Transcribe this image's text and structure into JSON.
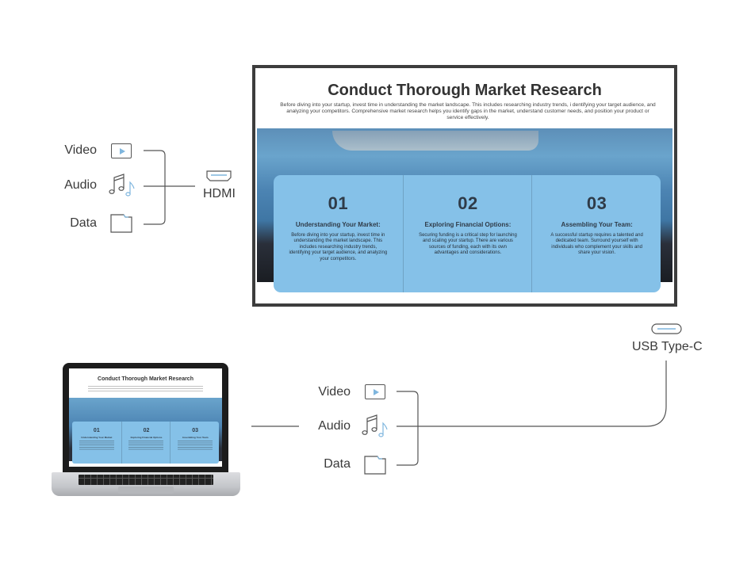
{
  "display": {
    "slide": {
      "title": "Conduct Thorough Market Research",
      "intro": "Before diving into your startup, invest time in understanding the market landscape. This includes researching industry trends, i dentifying your target audience, and analyzing your competitors. Comprehensive market research helps you identify gaps in the market, understand customer needs, and position your product or service effectively.",
      "columns": [
        {
          "number": "01",
          "heading": "Understanding Your Market:",
          "body": "Before diving into your startup, invest time in understanding the market landscape. This includes researching industry trends, identifying your target audience, and analyzing your competitors."
        },
        {
          "number": "02",
          "heading": "Exploring Financial Options:",
          "body": "Securing funding is a critical step for launching and scaling your startup. There are various sources of funding, each with its own advantages and considerations."
        },
        {
          "number": "03",
          "heading": "Assembling Your Team:",
          "body": "A successful startup requires a talented and dedicated team. Surround yourself with individuals who complement your skills and share your vision."
        }
      ]
    }
  },
  "hdmi_group": {
    "signals": [
      {
        "label": "Video",
        "icon": "video-play-icon"
      },
      {
        "label": "Audio",
        "icon": "music-notes-icon"
      },
      {
        "label": "Data",
        "icon": "folder-icon"
      }
    ],
    "port_label": "HDMI",
    "port_icon": "hdmi-port-icon"
  },
  "usbc_group": {
    "signals": [
      {
        "label": "Video",
        "icon": "video-play-icon"
      },
      {
        "label": "Audio",
        "icon": "music-notes-icon"
      },
      {
        "label": "Data",
        "icon": "folder-icon"
      }
    ],
    "port_label": "USB Type-C",
    "port_icon": "usb-c-port-icon"
  },
  "laptop": {
    "slide": {
      "title": "Conduct Thorough Market Research",
      "columns": [
        {
          "number": "01",
          "heading": "Understanding Your Market"
        },
        {
          "number": "02",
          "heading": "Exploring Financial Options"
        },
        {
          "number": "03",
          "heading": "Assembling Your Team"
        }
      ]
    }
  },
  "colors": {
    "panel": "#85c1e8",
    "accent_icon": "#7fb6de",
    "frame": "#3d3d3d",
    "line": "#555555"
  }
}
